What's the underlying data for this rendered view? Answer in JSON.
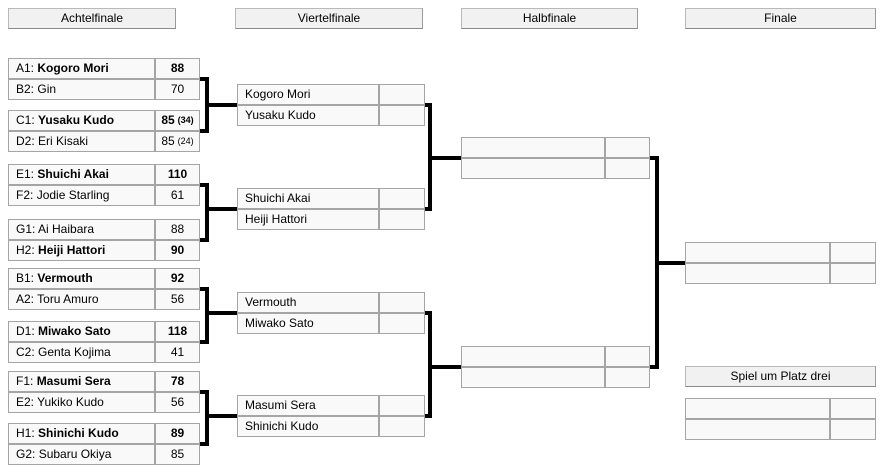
{
  "headers": {
    "r16": "Achtelfinale",
    "qf": "Viertelfinale",
    "sf": "Halbfinale",
    "f": "Finale",
    "third": "Spiel um Platz drei"
  },
  "colors": {
    "line": "#000000",
    "cell_bg": "#f9f9f9",
    "header_bg": "#f1f1f1",
    "border": "#a5a5a5"
  },
  "r16": {
    "matches": [
      {
        "slots": [
          {
            "seed": "A1:",
            "name": "Kogoro Mori",
            "score": "88",
            "note": "",
            "winner": true
          },
          {
            "seed": "B2:",
            "name": "Gin",
            "score": "70",
            "note": "",
            "winner": false
          }
        ]
      },
      {
        "slots": [
          {
            "seed": "C1:",
            "name": "Yusaku Kudo",
            "score": "85",
            "note": "(34)",
            "winner": true
          },
          {
            "seed": "D2:",
            "name": "Eri Kisaki",
            "score": "85",
            "note": "(24)",
            "winner": false
          }
        ]
      },
      {
        "slots": [
          {
            "seed": "E1:",
            "name": "Shuichi Akai",
            "score": "110",
            "note": "",
            "winner": true
          },
          {
            "seed": "F2:",
            "name": "Jodie Starling",
            "score": "61",
            "note": "",
            "winner": false
          }
        ]
      },
      {
        "slots": [
          {
            "seed": "G1:",
            "name": "Ai Haibara",
            "score": "88",
            "note": "",
            "winner": false
          },
          {
            "seed": "H2:",
            "name": "Heiji Hattori",
            "score": "90",
            "note": "",
            "winner": true
          }
        ]
      },
      {
        "slots": [
          {
            "seed": "B1:",
            "name": "Vermouth",
            "score": "92",
            "note": "",
            "winner": true
          },
          {
            "seed": "A2:",
            "name": "Toru Amuro",
            "score": "56",
            "note": "",
            "winner": false
          }
        ]
      },
      {
        "slots": [
          {
            "seed": "D1:",
            "name": "Miwako Sato",
            "score": "118",
            "note": "",
            "winner": true
          },
          {
            "seed": "C2:",
            "name": "Genta Kojima",
            "score": "41",
            "note": "",
            "winner": false
          }
        ]
      },
      {
        "slots": [
          {
            "seed": "F1:",
            "name": "Masumi Sera",
            "score": "78",
            "note": "",
            "winner": true
          },
          {
            "seed": "E2:",
            "name": "Yukiko Kudo",
            "score": "56",
            "note": "",
            "winner": false
          }
        ]
      },
      {
        "slots": [
          {
            "seed": "H1:",
            "name": "Shinichi Kudo",
            "score": "89",
            "note": "",
            "winner": true
          },
          {
            "seed": "G2:",
            "name": "Subaru Okiya",
            "score": "85",
            "note": "",
            "winner": false
          }
        ]
      }
    ]
  },
  "qf": {
    "matches": [
      {
        "slots": [
          {
            "seed": "",
            "name": "Kogoro Mori",
            "score": "",
            "note": "",
            "winner": false
          },
          {
            "seed": "",
            "name": "Yusaku Kudo",
            "score": "",
            "note": "",
            "winner": false
          }
        ]
      },
      {
        "slots": [
          {
            "seed": "",
            "name": "Shuichi Akai",
            "score": "",
            "note": "",
            "winner": false
          },
          {
            "seed": "",
            "name": "Heiji Hattori",
            "score": "",
            "note": "",
            "winner": false
          }
        ]
      },
      {
        "slots": [
          {
            "seed": "",
            "name": "Vermouth",
            "score": "",
            "note": "",
            "winner": false
          },
          {
            "seed": "",
            "name": "Miwako Sato",
            "score": "",
            "note": "",
            "winner": false
          }
        ]
      },
      {
        "slots": [
          {
            "seed": "",
            "name": "Masumi Sera",
            "score": "",
            "note": "",
            "winner": false
          },
          {
            "seed": "",
            "name": "Shinichi Kudo",
            "score": "",
            "note": "",
            "winner": false
          }
        ]
      }
    ]
  },
  "sf": {
    "matches": [
      {
        "slots": [
          {
            "seed": "",
            "name": "",
            "score": "",
            "note": "",
            "winner": false
          },
          {
            "seed": "",
            "name": "",
            "score": "",
            "note": "",
            "winner": false
          }
        ]
      },
      {
        "slots": [
          {
            "seed": "",
            "name": "",
            "score": "",
            "note": "",
            "winner": false
          },
          {
            "seed": "",
            "name": "",
            "score": "",
            "note": "",
            "winner": false
          }
        ]
      }
    ]
  },
  "f": {
    "matches": [
      {
        "slots": [
          {
            "seed": "",
            "name": "",
            "score": "",
            "note": "",
            "winner": false
          },
          {
            "seed": "",
            "name": "",
            "score": "",
            "note": "",
            "winner": false
          }
        ]
      }
    ]
  },
  "third": {
    "matches": [
      {
        "slots": [
          {
            "seed": "",
            "name": "",
            "score": "",
            "note": "",
            "winner": false
          },
          {
            "seed": "",
            "name": "",
            "score": "",
            "note": "",
            "winner": false
          }
        ]
      }
    ]
  }
}
